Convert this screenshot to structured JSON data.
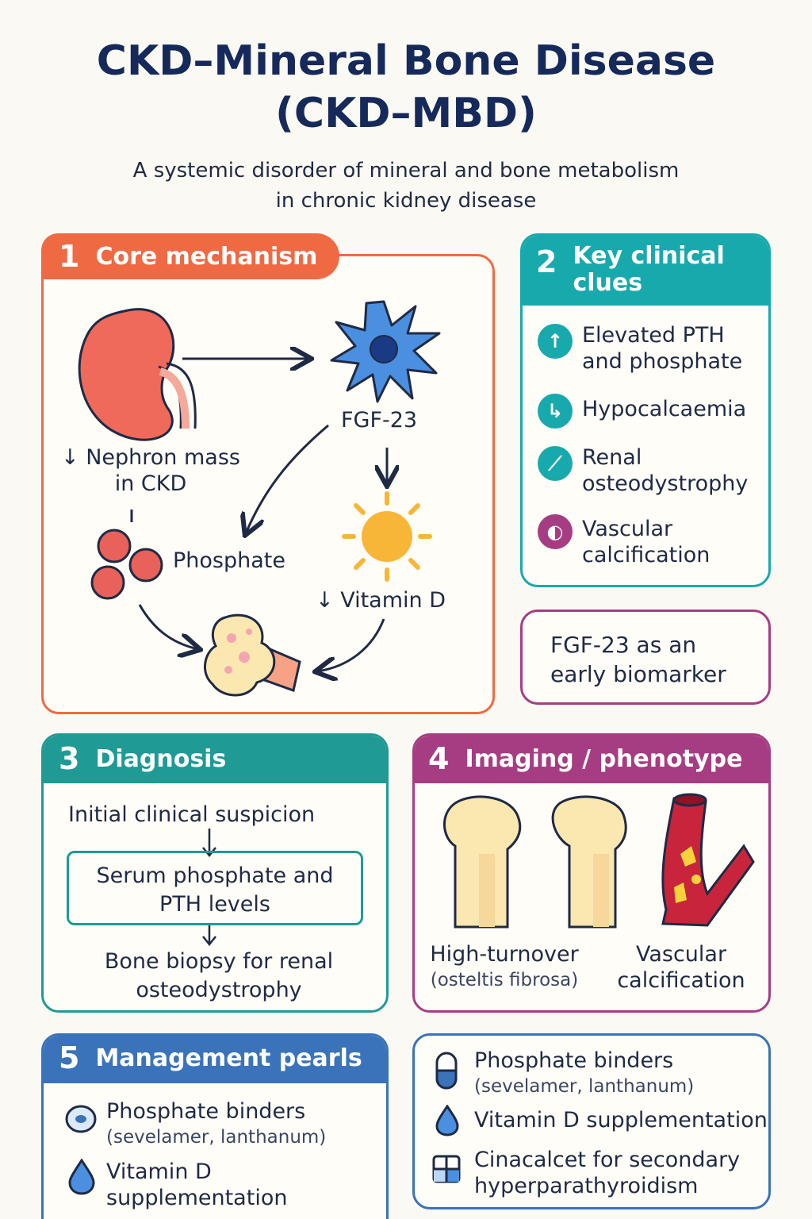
{
  "title": {
    "line1": "CKD–Mineral Bone Disease",
    "line2": "(CKD–MBD)"
  },
  "subtitle": {
    "line1": "A systemic disorder of mineral and bone metabolism",
    "line2": "in chronic kidney disease"
  },
  "colors": {
    "orange": "#ef6a43",
    "teal": "#18a9ad",
    "darkteal": "#1f9a95",
    "purple": "#a63d83",
    "blue": "#3a73b9",
    "navy": "#15295a"
  },
  "panel1": {
    "number": "1",
    "title": "Core mechanism",
    "nephron_line1": "↓ Nephron mass",
    "nephron_line2": "in CKD",
    "fgf": "FGF-23",
    "phosphate": "Phosphate",
    "vitd": "↓ Vitamin D"
  },
  "panel2": {
    "number": "2",
    "title_line1": "Key clinical",
    "title_line2": "clues",
    "items": [
      {
        "icon": "arrow-up-icon",
        "line1": "Elevated PTH",
        "line2": "and phosphate"
      },
      {
        "icon": "arrow-turn-icon",
        "line1": "Hypocalcaemia",
        "line2": ""
      },
      {
        "icon": "bone-icon",
        "line1": "Renal",
        "line2": "osteodystrophy"
      },
      {
        "icon": "vessel-icon",
        "line1": "Vascular",
        "line2": "calcification"
      }
    ]
  },
  "biomarker": {
    "line1": "FGF-23 as an",
    "line2": "early biomarker"
  },
  "panel3": {
    "number": "3",
    "title": "Diagnosis",
    "step1": "Initial clinical suspicion",
    "step2_line1": "Serum phosphate and",
    "step2_line2": "PTH levels",
    "step3_line1": "Bone biopsy for renal",
    "step3_line2": "osteodystrophy"
  },
  "panel4": {
    "number": "4",
    "title": "Imaging / phenotype",
    "label1_line1": "High-turnover",
    "label1_line2": "(osteltis fibrosa)",
    "label2_line1": "Vascular",
    "label2_line2": "calcification"
  },
  "panel5": {
    "number": "5",
    "title": "Management pearls",
    "items": [
      {
        "icon": "pill-icon",
        "line1": "Phosphate binders",
        "line2": "(sevelamer, lanthanum)"
      },
      {
        "icon": "drop-icon",
        "line1": "Vitamin D",
        "line2": "supplementation"
      }
    ]
  },
  "panel6": {
    "items": [
      {
        "icon": "capsule-icon",
        "line1": "Phosphate binders",
        "line2": "(sevelamer, lanthanum)"
      },
      {
        "icon": "drop-icon",
        "line1": "Vitamin D supplementation",
        "line2": ""
      },
      {
        "icon": "tablet-icon",
        "line1": "Cinacalcet for secondary",
        "line2": "hyperparathyroidism"
      }
    ]
  }
}
